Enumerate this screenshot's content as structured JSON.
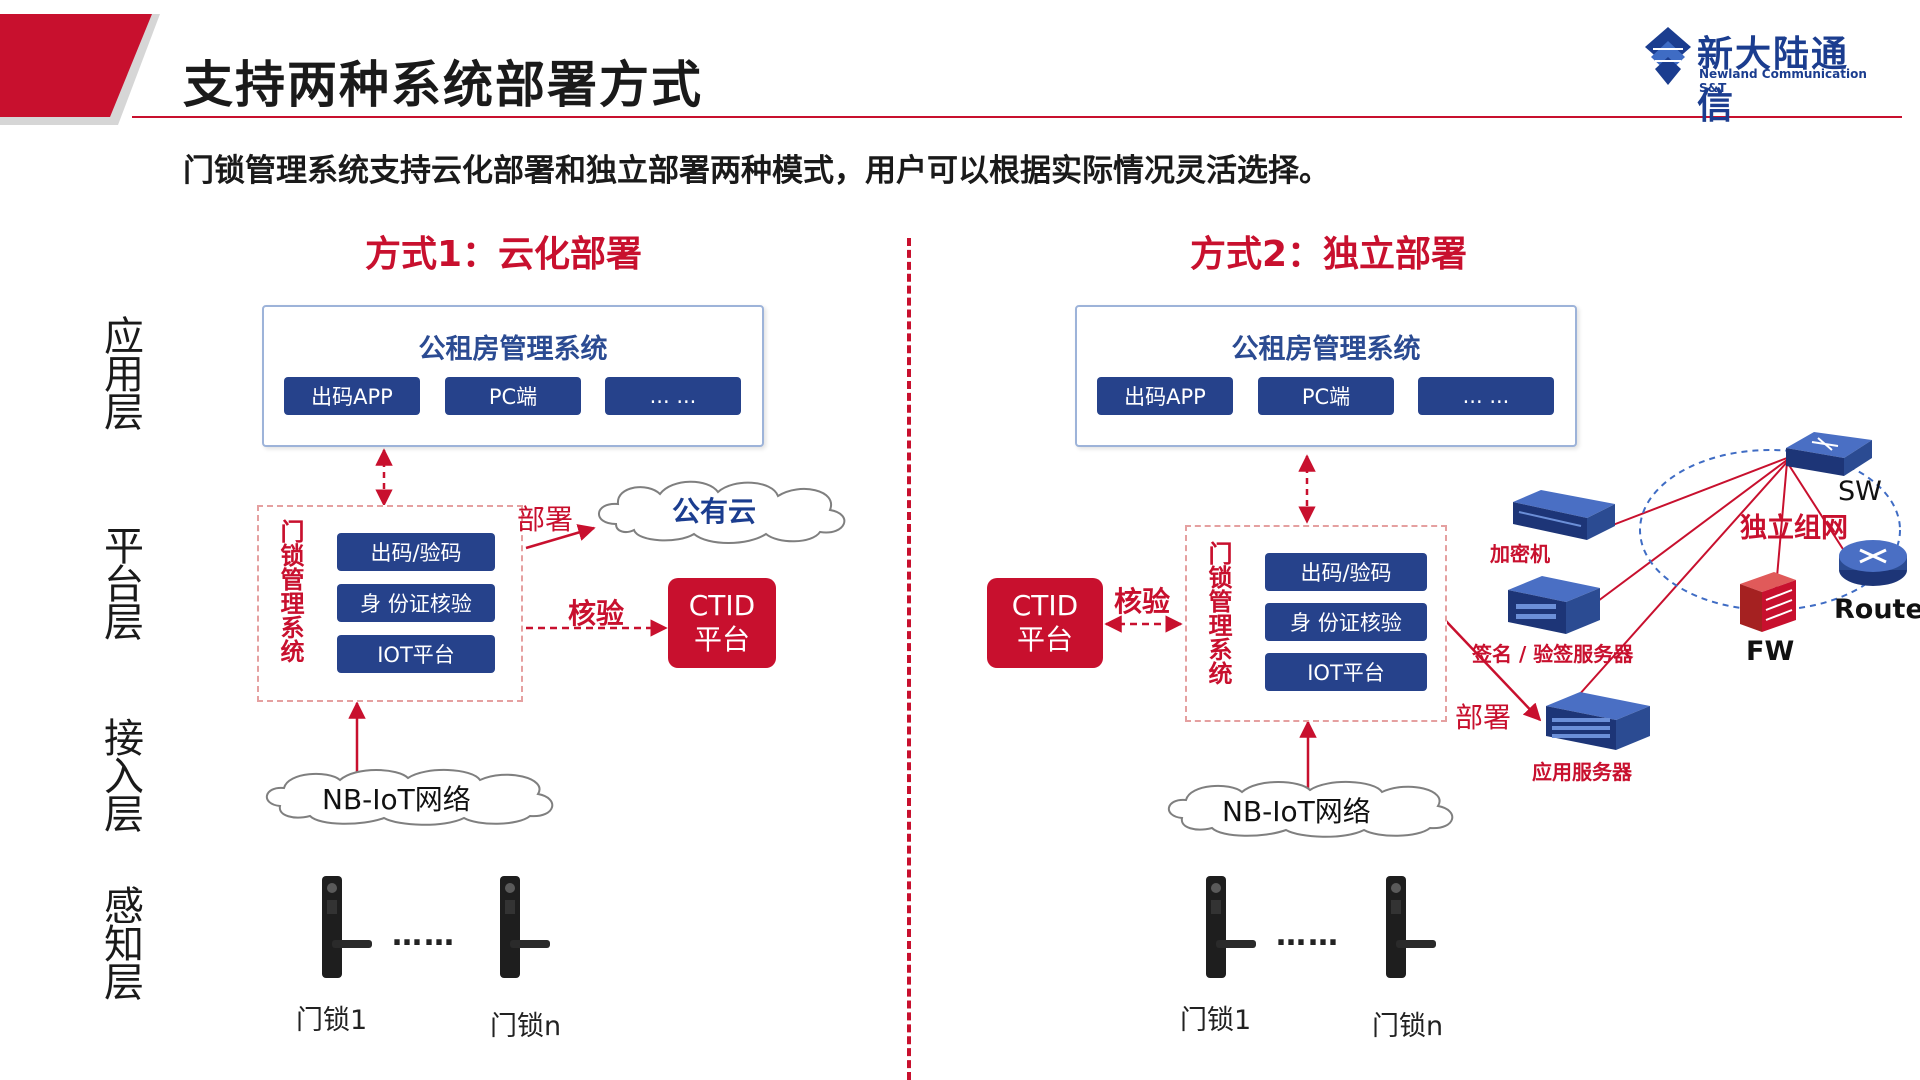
{
  "header": {
    "title": "支持两种系统部署方式",
    "subtitle": "门锁管理系统支持云化部署和独立部署两种模式，用户可以根据实际情况灵活选择。",
    "logo_cn": "新大陆通信",
    "logo_en": "Newland Communication S&T",
    "accent_color": "#c8102e",
    "brand_color": "#1b3d8f"
  },
  "layers": [
    "应用层",
    "平台层",
    "接入层",
    "感知层"
  ],
  "mode1": {
    "title": "方式1：云化部署",
    "app_system": "公租房管理系统",
    "app_buttons": [
      "出码APP",
      "PC端",
      "... ..."
    ],
    "platform_label": "门锁管理系统",
    "platform_buttons": [
      "出码/验码",
      "身 份证核验",
      "IOT平台"
    ],
    "deploy_label": "部署",
    "cloud_label": "公有云",
    "verify_label": "核验",
    "ctid_line1": "CTID",
    "ctid_line2": "平台",
    "network_label": "NB-IoT网络",
    "lock_first": "门锁1",
    "lock_last": "门锁n",
    "ellipsis": "……"
  },
  "mode2": {
    "title": "方式2：独立部署",
    "app_system": "公租房管理系统",
    "app_buttons": [
      "出码APP",
      "PC端",
      "... ..."
    ],
    "platform_label": "门锁管理系统",
    "platform_buttons": [
      "出码/验码",
      "身 份证核验",
      "IOT平台"
    ],
    "verify_label": "核验",
    "ctid_line1": "CTID",
    "ctid_line2": "平台",
    "deploy_label": "部署",
    "network_label": "NB-IoT网络",
    "lock_first": "门锁1",
    "lock_last": "门锁n",
    "ellipsis": "……",
    "devices": {
      "encryptor": "加密机",
      "sign_server": "签名 / 验签服务器",
      "app_server": "应用服务器",
      "independent_network": "独立组网",
      "switch": "SW",
      "router": "Route",
      "firewall": "FW"
    }
  }
}
